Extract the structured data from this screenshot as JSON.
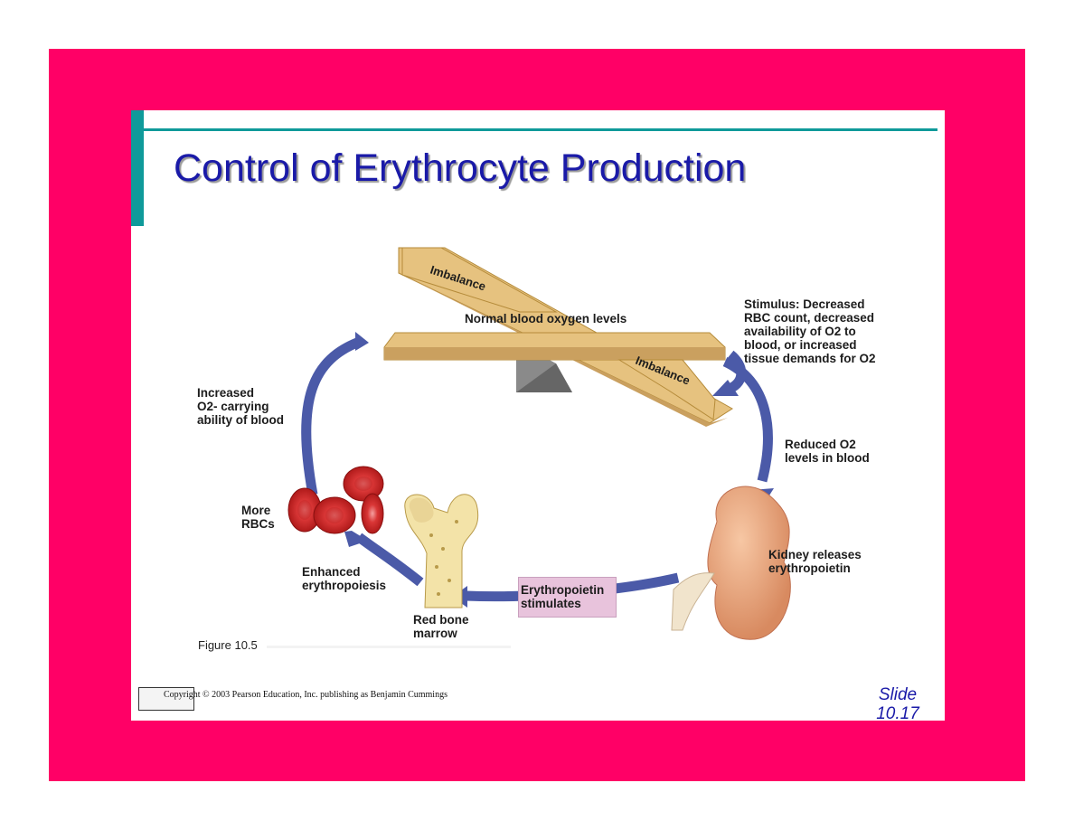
{
  "slide": {
    "title": "Control of Erythrocyte Production",
    "figure_label": "Figure 10.5",
    "copyright": "Copyright © 2003 Pearson Education, Inc. publishing as Benjamin Cummings",
    "slide_number_line1": "Slide",
    "slide_number_line2": "10.17"
  },
  "diagram": {
    "balance_center": "Normal blood oxygen levels",
    "imbalance_top": "Imbalance",
    "imbalance_bottom": "Imbalance",
    "stimulus": [
      "Stimulus: Decreased",
      "RBC count, decreased",
      "availability of O2 to",
      "blood, or  increased",
      "tissue demands for O2"
    ],
    "reduced": [
      "Reduced O2",
      "levels in blood"
    ],
    "kidney": [
      "Kidney releases",
      "erythropoietin"
    ],
    "epo": [
      "Erythropoietin",
      "stimulates"
    ],
    "marrow": [
      "Red bone",
      "marrow"
    ],
    "enhanced": [
      "Enhanced",
      "erythropoiesis"
    ],
    "more_rbcs": [
      "More",
      "RBCs"
    ],
    "increased": [
      "Increased",
      "O2- carrying",
      "ability of blood"
    ]
  },
  "colors": {
    "frame": "#ff0066",
    "title": "#1a1aa8",
    "accent": "#0f9a9a",
    "arrow": "#4b5aa8",
    "plank": "#e6c27f",
    "epo_box": "#e8c3dc"
  }
}
